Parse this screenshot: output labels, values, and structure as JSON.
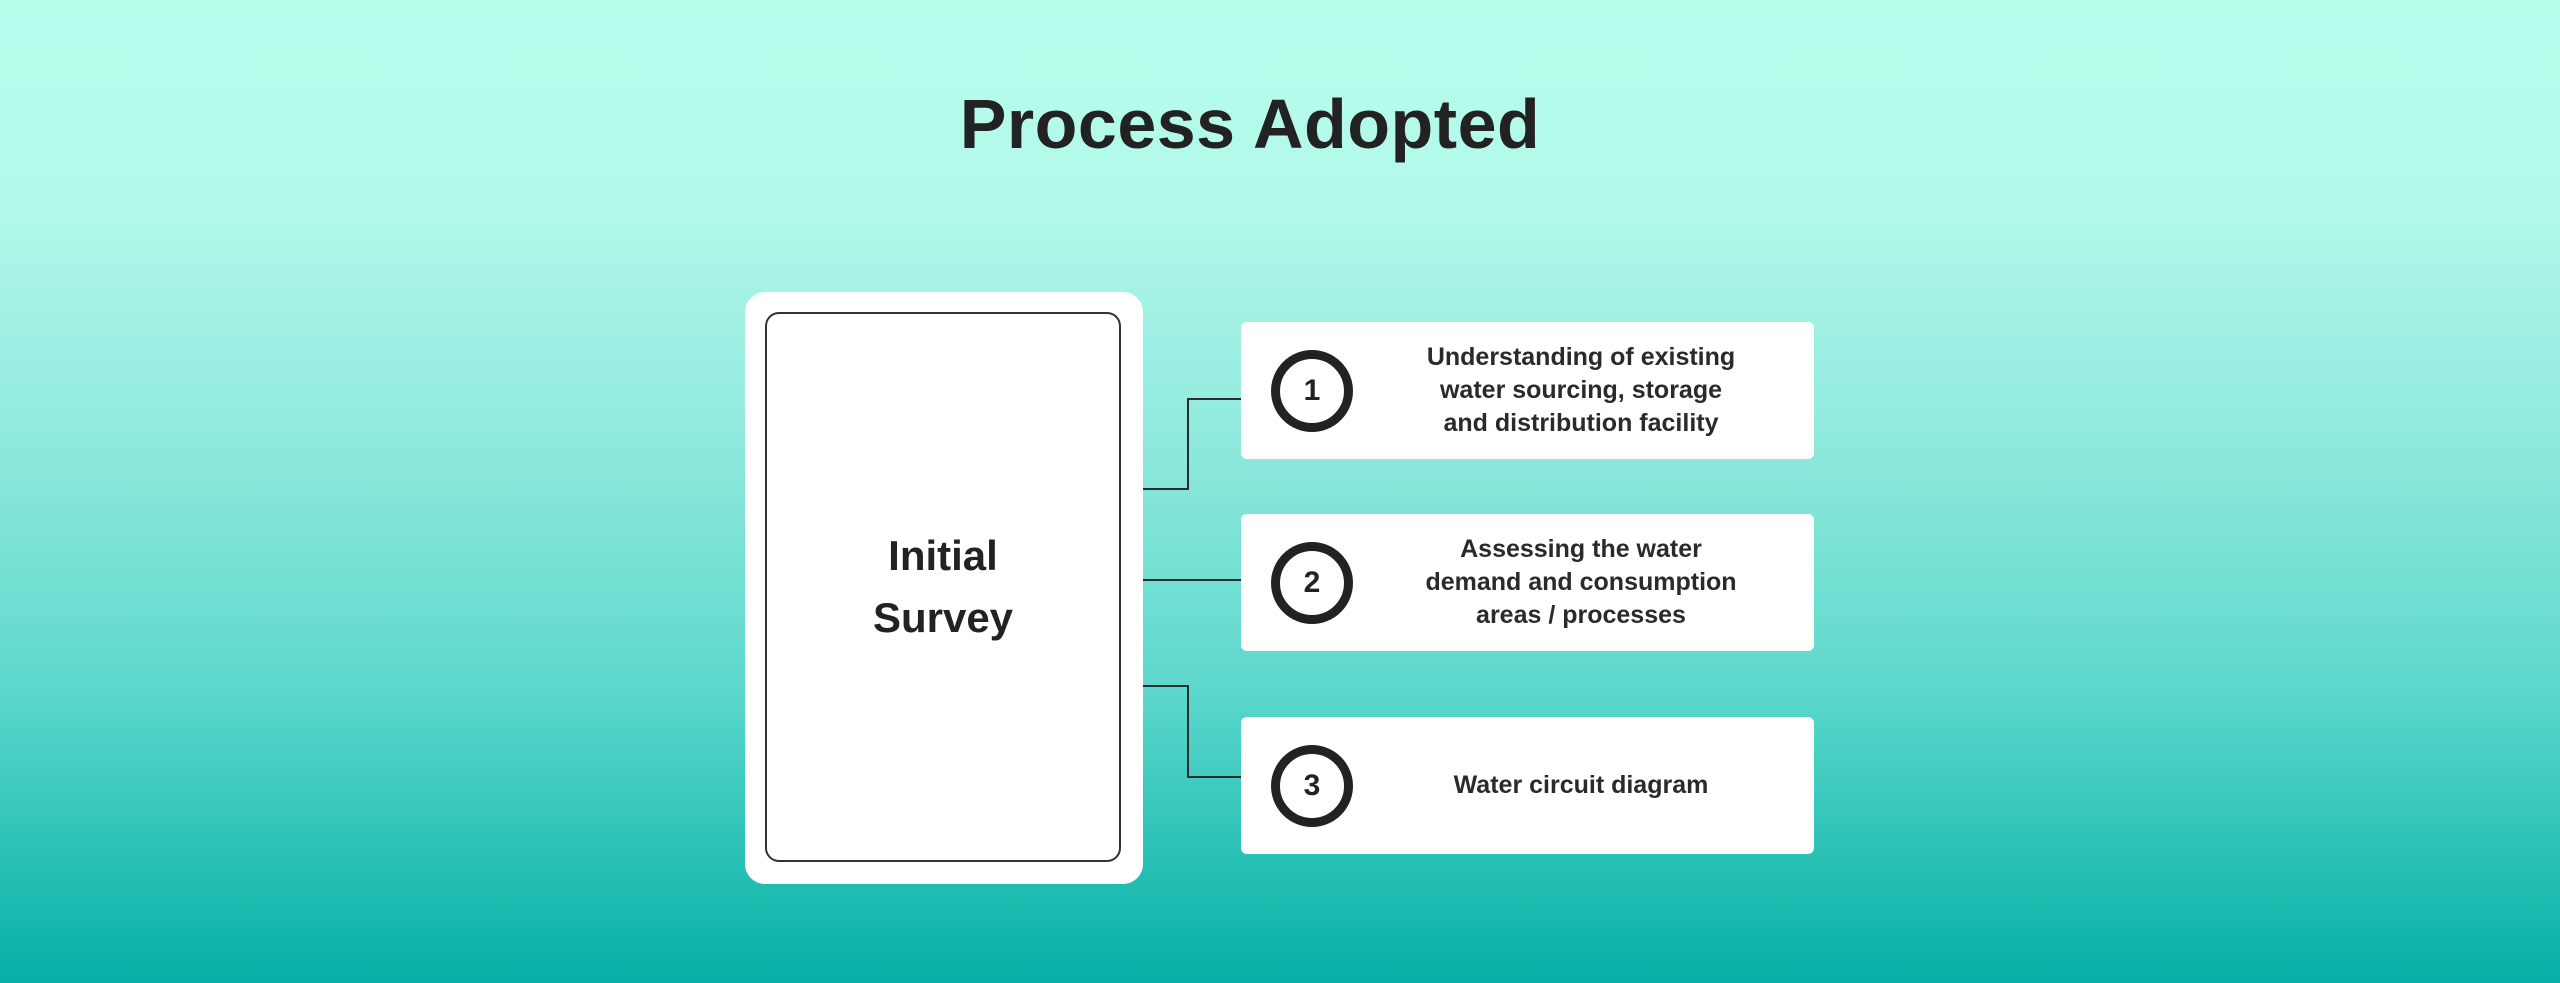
{
  "title": "Process Adopted",
  "survey_box": {
    "lines": [
      "Initial",
      "Survey"
    ]
  },
  "steps": [
    {
      "number": "1",
      "lines": [
        "Understanding of existing",
        "water sourcing, storage",
        "and distribution facility"
      ]
    },
    {
      "number": "2",
      "lines": [
        "Assessing the water",
        "demand and consumption",
        "areas / processes"
      ]
    },
    {
      "number": "3",
      "lines": [
        "Water circuit diagram"
      ]
    }
  ],
  "colors": {
    "text": "#222222",
    "card": "#ffffff",
    "gradient_top": "#b6fdec",
    "gradient_bottom": "#06aea5"
  }
}
